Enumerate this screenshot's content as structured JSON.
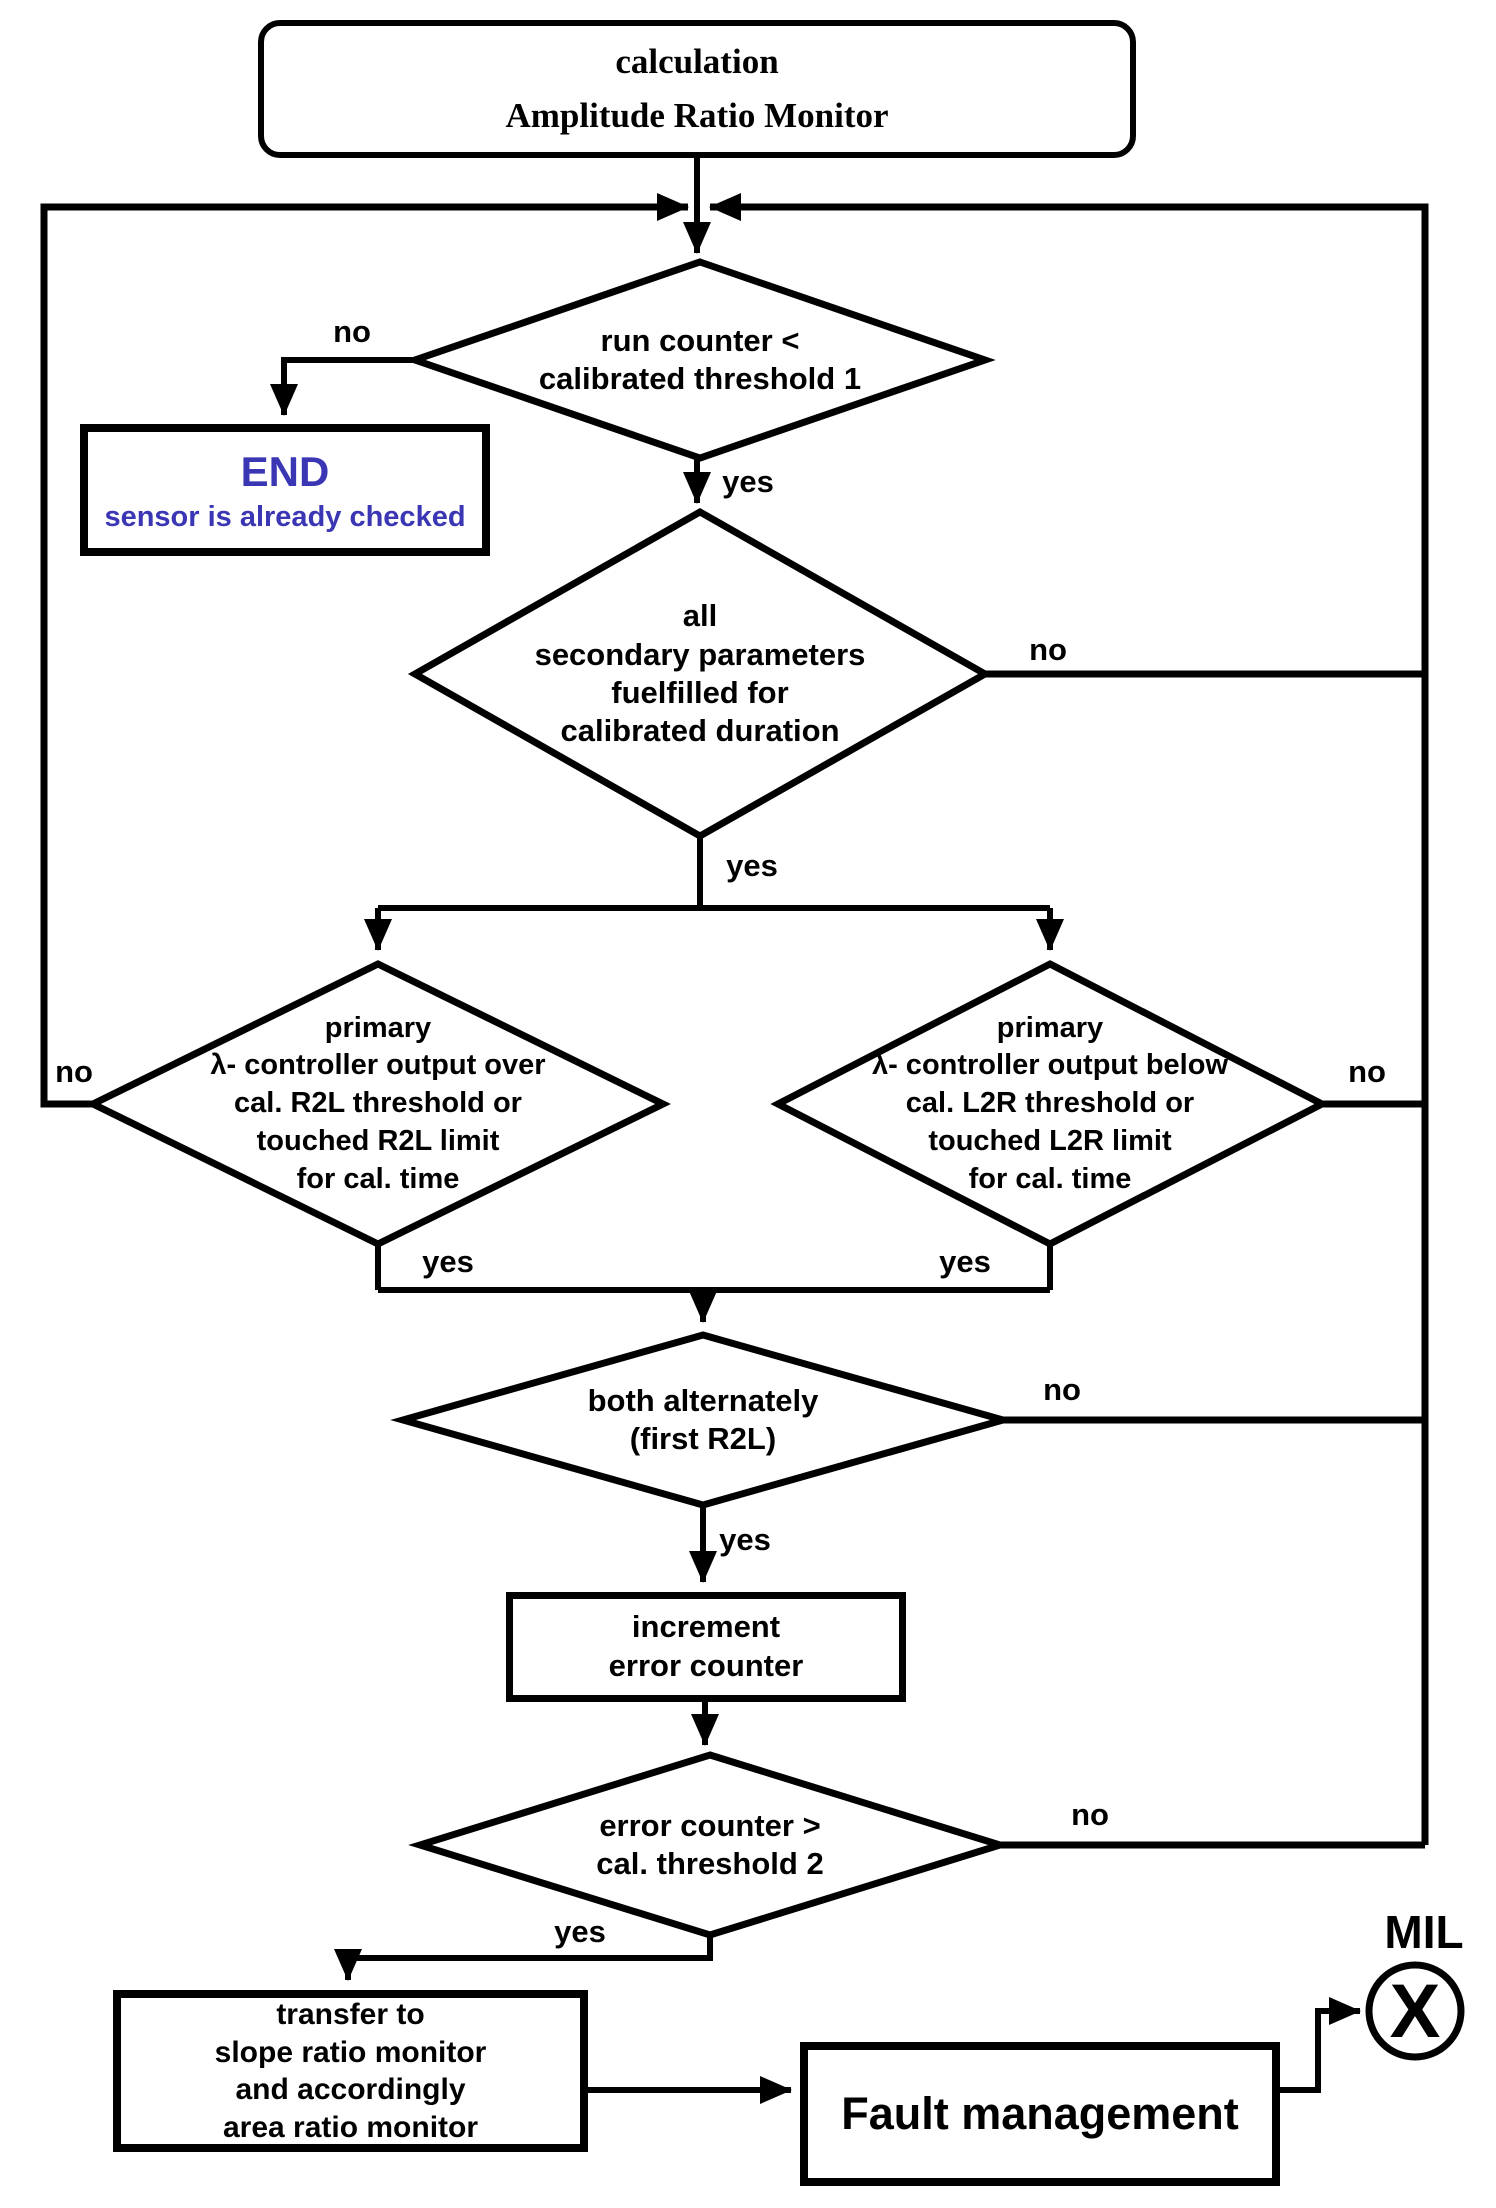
{
  "flowchart": {
    "colors": {
      "stroke": "#000000",
      "background": "#ffffff",
      "end_text": "#3a36b4"
    },
    "title_box": {
      "lines": [
        "calculation",
        "Amplitude Ratio Monitor"
      ]
    },
    "decisions": {
      "run_counter": {
        "lines": [
          "run counter <",
          "calibrated threshold 1"
        ]
      },
      "secondary_params": {
        "lines": [
          "all",
          "secondary parameters",
          "fuelfilled for",
          "calibrated duration"
        ]
      },
      "lambda_r2l": {
        "lines": [
          "primary",
          "λ- controller output over",
          "cal. R2L threshold or",
          "touched R2L limit",
          "for cal. time"
        ]
      },
      "lambda_l2r": {
        "lines": [
          "primary",
          "λ- controller output below",
          "cal. L2R threshold or",
          "touched L2R limit",
          "for cal. time"
        ]
      },
      "both_alternately": {
        "lines": [
          "both alternately",
          "(first R2L)"
        ]
      },
      "error_counter": {
        "lines": [
          "error counter >",
          "cal. threshold 2"
        ]
      }
    },
    "processes": {
      "end_box": {
        "lines": [
          "END",
          "sensor is already checked"
        ]
      },
      "increment": {
        "lines": [
          "increment",
          "error counter"
        ]
      },
      "transfer": {
        "lines": [
          "transfer to",
          "slope ratio monitor",
          "and accordingly",
          "area ratio monitor"
        ]
      },
      "fault": {
        "label": "Fault management"
      }
    },
    "edge_labels": {
      "run_counter_no": "no",
      "run_counter_yes": "yes",
      "secondary_no": "no",
      "secondary_yes": "yes",
      "r2l_no": "no",
      "r2l_yes": "yes",
      "l2r_no": "no",
      "l2r_yes": "yes",
      "both_no": "no",
      "both_yes": "yes",
      "error_no": "no",
      "error_yes": "yes"
    },
    "mil": {
      "label": "MIL",
      "lamp_glyph": "X"
    }
  }
}
